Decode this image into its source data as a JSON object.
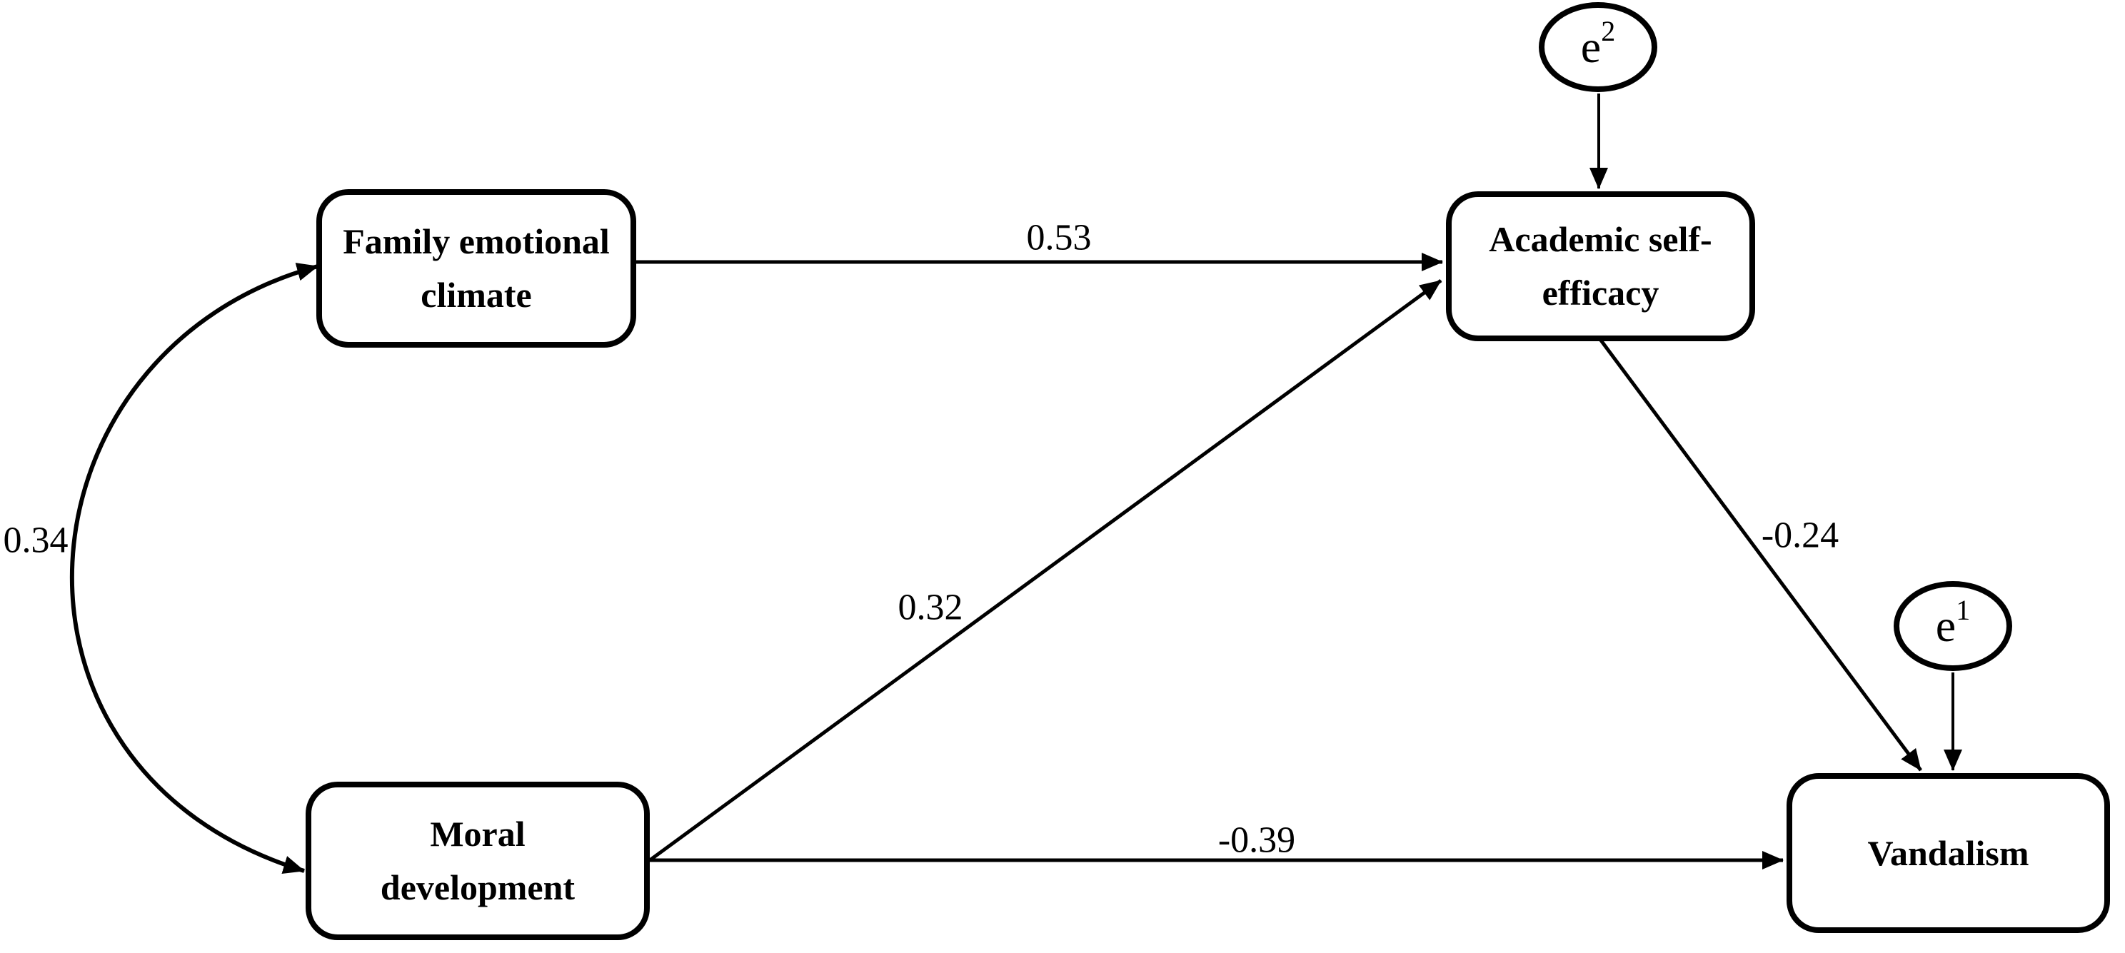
{
  "diagram": {
    "background_color": "#ffffff",
    "line_color": "#000000",
    "nodes": [
      {
        "id": "fec",
        "label": "Family emotional climate",
        "lines": [
          "Family emotional",
          "climate"
        ],
        "shape": "rounded-rect"
      },
      {
        "id": "ase",
        "label": "Academic self-efficacy",
        "lines": [
          "Academic self-",
          "efficacy"
        ],
        "shape": "rounded-rect"
      },
      {
        "id": "md",
        "label": "Moral development",
        "lines": [
          "Moral",
          "development"
        ],
        "shape": "rounded-rect"
      },
      {
        "id": "van",
        "label": "Vandalism",
        "lines": [
          "Vandalism"
        ],
        "shape": "rounded-rect"
      }
    ],
    "error_terms": [
      {
        "id": "e2",
        "base": "e",
        "sup": "2",
        "attached_to": "ase",
        "shape": "ellipse"
      },
      {
        "id": "e1",
        "base": "e",
        "sup": "1",
        "attached_to": "van",
        "shape": "ellipse"
      }
    ],
    "edges": [
      {
        "id": "cov-fec-md",
        "type": "covariance-double-headed",
        "from": "fec",
        "to": "md",
        "label": "0.34"
      },
      {
        "id": "path-fec-ase",
        "type": "directed",
        "from": "fec",
        "to": "ase",
        "label": "0.53"
      },
      {
        "id": "path-md-ase",
        "type": "directed",
        "from": "md",
        "to": "ase",
        "label": "0.32"
      },
      {
        "id": "path-md-van",
        "type": "directed",
        "from": "md",
        "to": "van",
        "label": "-0.39"
      },
      {
        "id": "path-ase-van",
        "type": "directed",
        "from": "ase",
        "to": "van",
        "label": "-0.24"
      },
      {
        "id": "err-e2-ase",
        "type": "error-arrow",
        "from": "e2",
        "to": "ase",
        "label": ""
      },
      {
        "id": "err-e1-van",
        "type": "error-arrow",
        "from": "e1",
        "to": "van",
        "label": ""
      }
    ]
  }
}
